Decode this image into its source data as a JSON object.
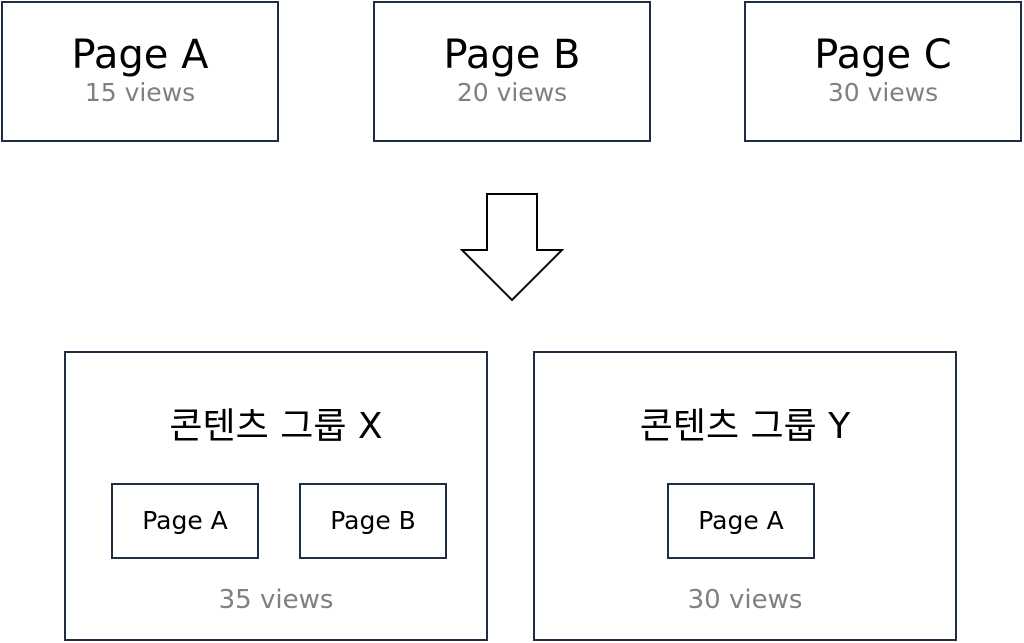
{
  "pages": [
    {
      "name": "Page A",
      "views": "15 views"
    },
    {
      "name": "Page B",
      "views": "20 views"
    },
    {
      "name": "Page C",
      "views": "30 views"
    }
  ],
  "groups": [
    {
      "title": "콘텐츠 그룹 X",
      "members": [
        "Page A",
        "Page B"
      ],
      "views": "35 views"
    },
    {
      "title": "콘텐츠 그룹 Y",
      "members": [
        "Page A"
      ],
      "views": "30 views"
    }
  ],
  "colors": {
    "border": "#1f2d45",
    "views_text": "#808080",
    "title_text": "#000000"
  },
  "icons": {
    "transform_arrow": "down-arrow-icon"
  }
}
